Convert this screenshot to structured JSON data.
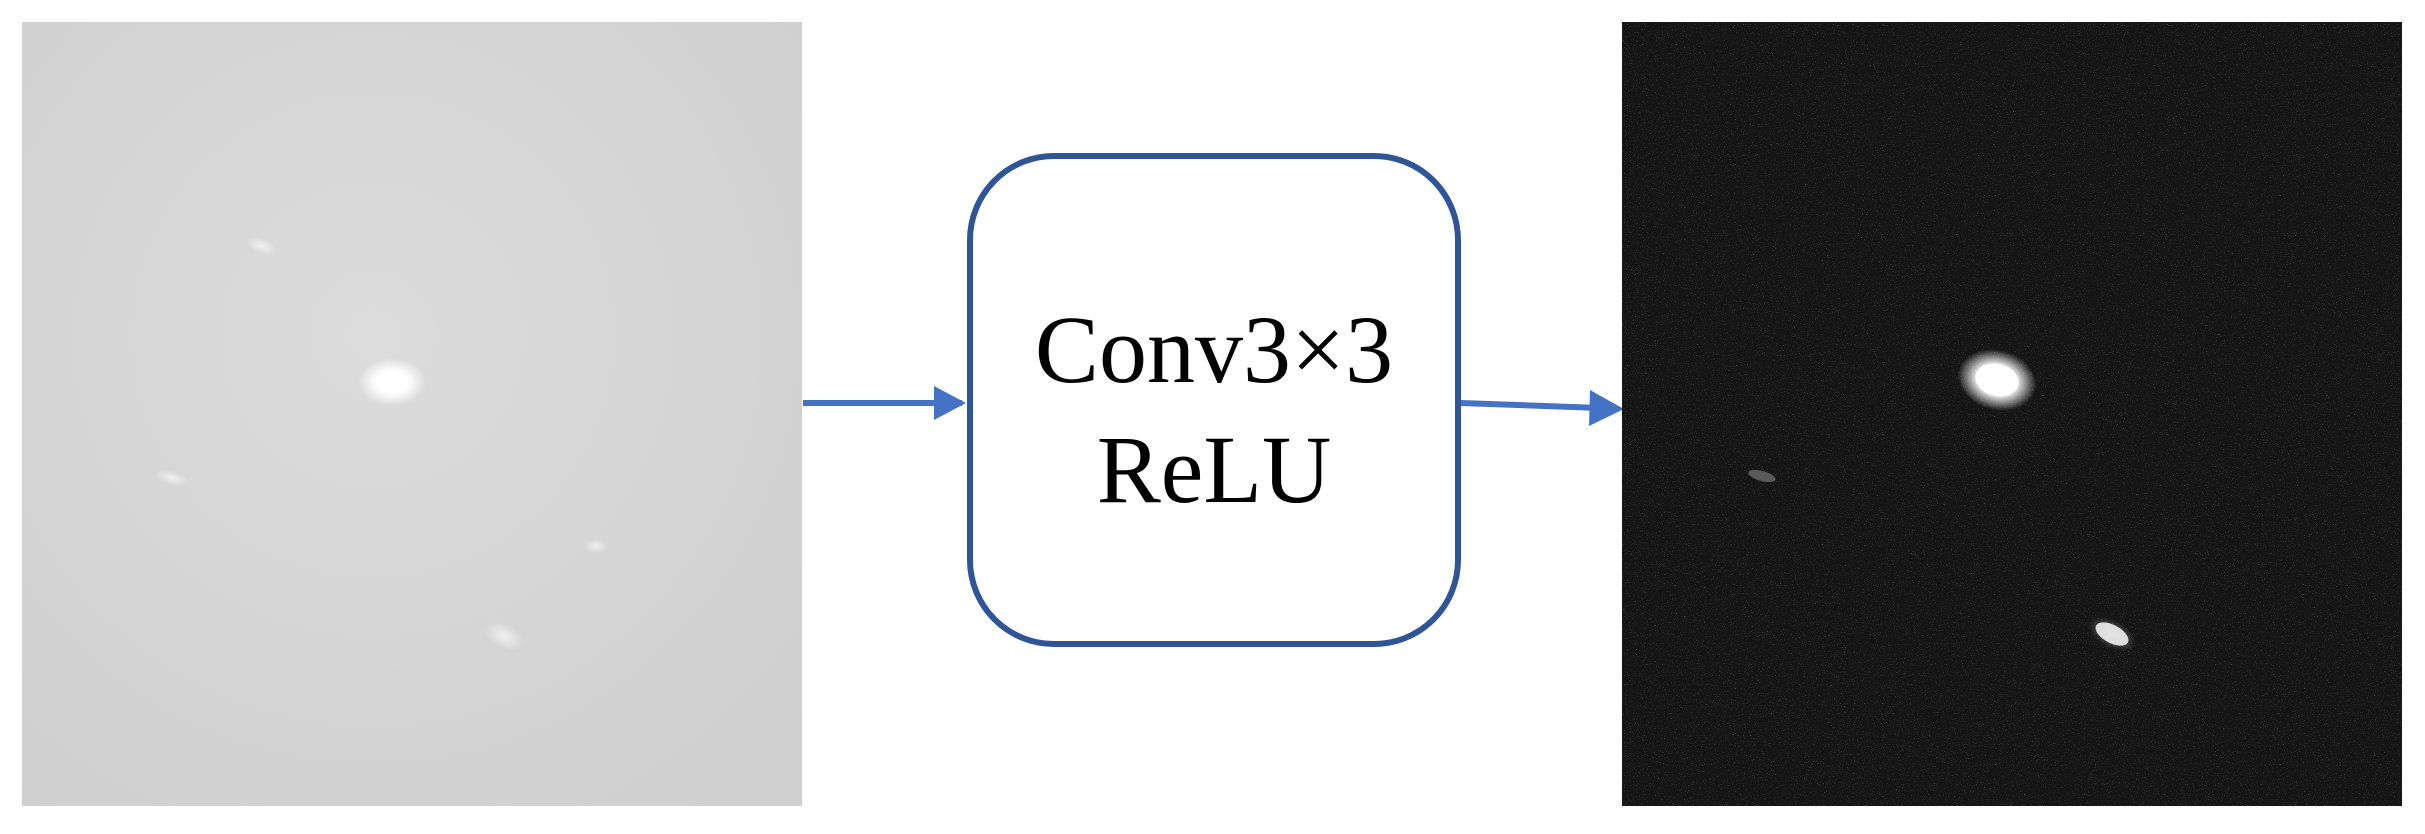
{
  "diagram": {
    "input_image": {
      "tone": "light-gray"
    },
    "process_block": {
      "line1": "Conv3×3",
      "line2": "ReLU"
    },
    "output_image": {
      "tone": "dark-noisy"
    },
    "colors": {
      "arrow": "#4472c4",
      "block_border": "#2f5597",
      "input_background": "#d6d6d6",
      "output_background": "#151515",
      "block_fill": "#ffffff",
      "text": "#000000"
    }
  }
}
